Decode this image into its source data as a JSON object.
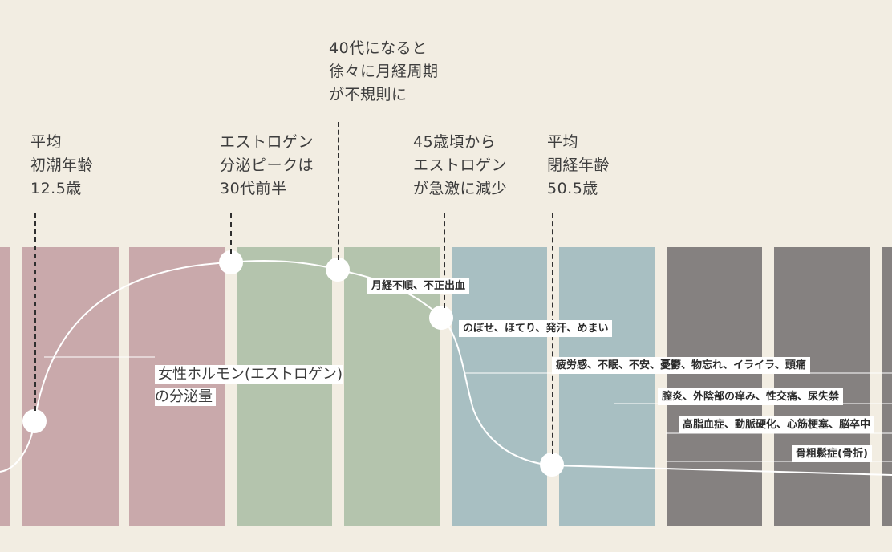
{
  "colors": {
    "background": "#f2ede2",
    "puberty": "#c9a9ab",
    "maturity": "#b4c4ad",
    "menopause": "#a8bfc2",
    "senescence": "#858180",
    "curve": "#ffffff"
  },
  "milestones": [
    {
      "id": "menarche",
      "text": "平均\n初潮年齢\n12.5歳"
    },
    {
      "id": "estrogen-peak",
      "text": "エストロゲン\n分泌ピークは\n30代前半"
    },
    {
      "id": "irregular-cycle",
      "text": "40代になると\n徐々に月経周期\nが不規則に"
    },
    {
      "id": "estrogen-decline",
      "text": "45歳頃から\nエストロゲン\nが急激に減少"
    },
    {
      "id": "menopause",
      "text": "平均\n閉経年齢\n50.5歳"
    }
  ],
  "curve_label": "女性ホルモン(エストロゲン)\nの分泌量",
  "symptoms": [
    "月経不順、不正出血",
    "のぼせ、ほてり、発汗、めまい",
    "疲労感、不眠、不安、憂鬱、物忘れ、イライラ、頭痛",
    "膣炎、外陰部の痒み、性交痛、尿失禁",
    "高脂血症、動脈硬化、心筋梗塞、脳卒中",
    "骨粗鬆症(骨折)"
  ]
}
